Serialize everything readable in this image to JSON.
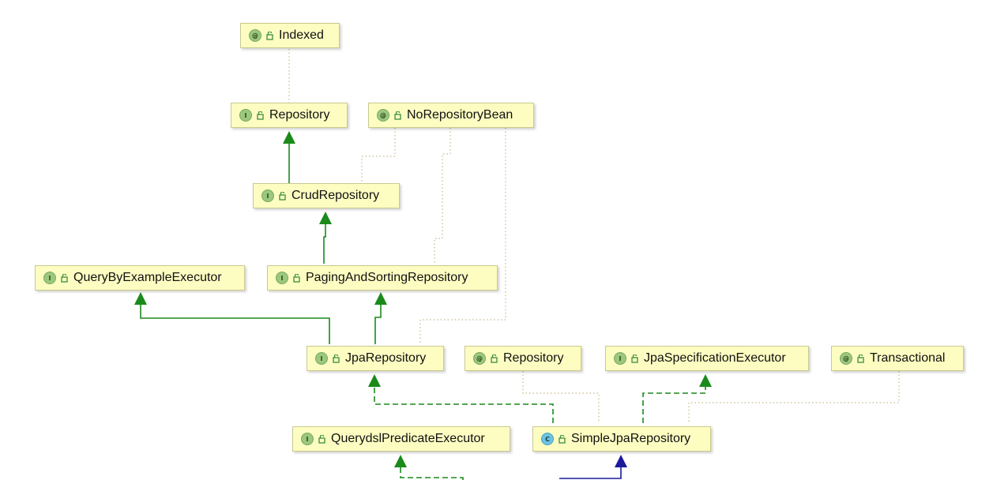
{
  "diagram": {
    "nodes": [
      {
        "id": "indexed",
        "kind": "annotation",
        "kind_glyph": "@",
        "label": "Indexed"
      },
      {
        "id": "repository",
        "kind": "interface",
        "kind_glyph": "I",
        "label": "Repository"
      },
      {
        "id": "norepositorybean",
        "kind": "annotation",
        "kind_glyph": "@",
        "label": "NoRepositoryBean"
      },
      {
        "id": "crudrepository",
        "kind": "interface",
        "kind_glyph": "I",
        "label": "CrudRepository"
      },
      {
        "id": "querybyexampleexecutor",
        "kind": "interface",
        "kind_glyph": "I",
        "label": "QueryByExampleExecutor"
      },
      {
        "id": "pagingandsortingrepository",
        "kind": "interface",
        "kind_glyph": "I",
        "label": "PagingAndSortingRepository"
      },
      {
        "id": "jparepository",
        "kind": "interface",
        "kind_glyph": "I",
        "label": "JpaRepository"
      },
      {
        "id": "repository-annotation",
        "kind": "annotation",
        "kind_glyph": "@",
        "label": "Repository"
      },
      {
        "id": "jpaspecificationexecutor",
        "kind": "interface",
        "kind_glyph": "I",
        "label": "JpaSpecificationExecutor"
      },
      {
        "id": "transactional",
        "kind": "annotation",
        "kind_glyph": "@",
        "label": "Transactional"
      },
      {
        "id": "querydslpredicateexecutor",
        "kind": "interface",
        "kind_glyph": "I",
        "label": "QuerydslPredicateExecutor"
      },
      {
        "id": "simplejparepository",
        "kind": "class",
        "kind_glyph": "C",
        "label": "SimpleJpaRepository"
      }
    ],
    "edge_colors": {
      "extends": "#1a8a1a",
      "implements": "#1a8a1a",
      "class_extends": "#1a1a9a",
      "annotation": "#c8b88a"
    },
    "node_colors": {
      "fill": "#fdfdc2",
      "border": "#c9c98f",
      "interface_icon": "#9cc77f",
      "class_icon": "#6fc3df"
    }
  }
}
